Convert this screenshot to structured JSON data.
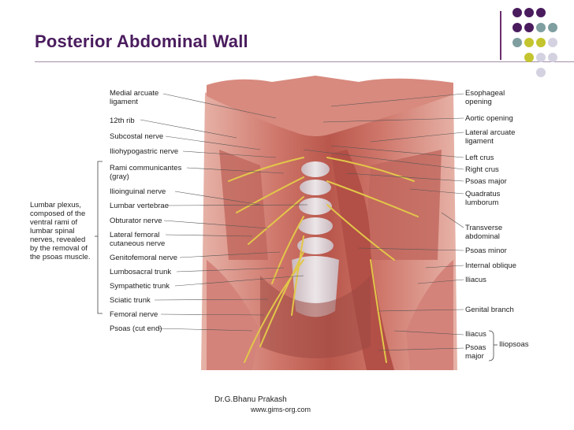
{
  "slide": {
    "title": "Posterior Abdominal Wall",
    "credit_name": "Dr.G.Bhanu Prakash",
    "credit_url": "www.gims-org.com"
  },
  "theme": {
    "title_color": "#4a1c5e",
    "dot_purple": "#4a1c5e",
    "dot_teal": "#7f9ea0",
    "dot_olive": "#c4c42e",
    "dot_gray": "#d4d2e0",
    "muscle_red": "#c9685e",
    "nerve_yellow": "#e2c64a"
  },
  "diagram": {
    "left_labels": [
      "Medial arcuate\nligament",
      "12th rib",
      "Subcostal nerve",
      "Iliohypogastric nerve",
      "Rami communicantes\n(gray)",
      "Ilioinguinal nerve",
      "Lumbar vertebrae",
      "Obturator nerve",
      "Lateral femoral\ncutaneous nerve",
      "Genitofemoral nerve",
      "Lumbosacral trunk",
      "Sympathetic trunk",
      "Sciatic trunk",
      "Femoral nerve",
      "Psoas (cut end)"
    ],
    "right_labels": [
      "Esophageal\nopening",
      "Aortic opening",
      "Lateral arcuate\nligament",
      "Left crus",
      "Right crus",
      "Psoas major",
      "Quadratus\nlumborum",
      "Transverse\nabdominal",
      "Psoas minor",
      "Internal oblique",
      "Iliacus",
      "Genital branch",
      "Iliacus",
      "Psoas\nmajor"
    ],
    "side_note": "Lumbar plexus,\ncomposed of the\nventral rami of\nlumbar spinal\nnerves, revealed\nby the removal of\nthe psoas muscle.",
    "bracket_label": "Iliopsoas"
  }
}
